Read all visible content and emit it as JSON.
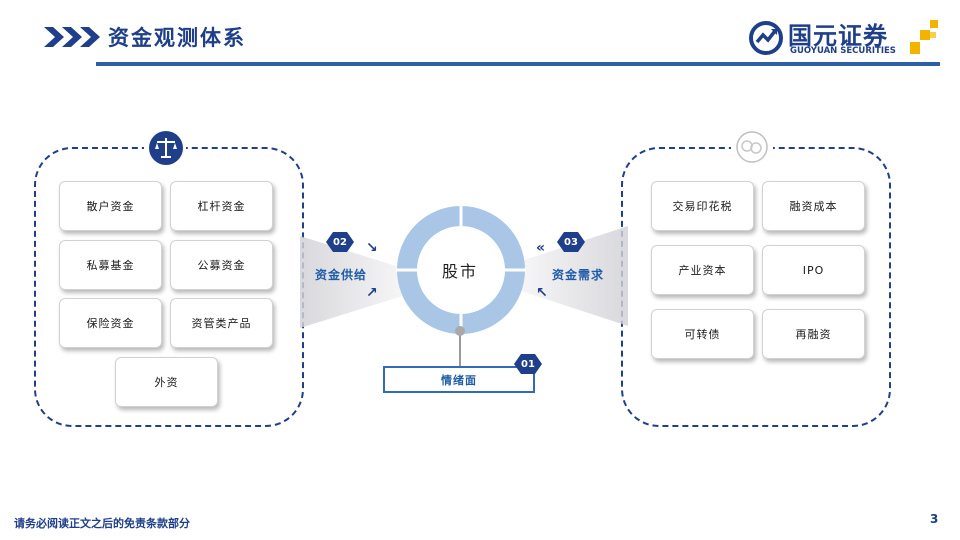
{
  "header": {
    "title": "资金观测体系",
    "logo_cn": "国元证券",
    "logo_en": "GUOYUAN SECURITIES"
  },
  "diagram": {
    "center": "股市",
    "supply": {
      "number": "02",
      "label": "资金供给",
      "items": [
        "散户资金",
        "杠杆资金",
        "私募基金",
        "公募资金",
        "保险资金",
        "资管类产品",
        "外资"
      ]
    },
    "demand": {
      "number": "03",
      "label": "资金需求",
      "items": [
        "交易印花税",
        "融资成本",
        "产业资本",
        "IPO",
        "可转债",
        "再融资"
      ]
    },
    "sentiment": {
      "number": "01",
      "label": "情绪面"
    }
  },
  "footer": {
    "disclaimer": "请务必阅读正文之后的免责条款部分",
    "page": "3"
  },
  "colors": {
    "brand": "#1f3f8a",
    "accent": "#2f5ea8",
    "ring": "#a9c6e6"
  }
}
